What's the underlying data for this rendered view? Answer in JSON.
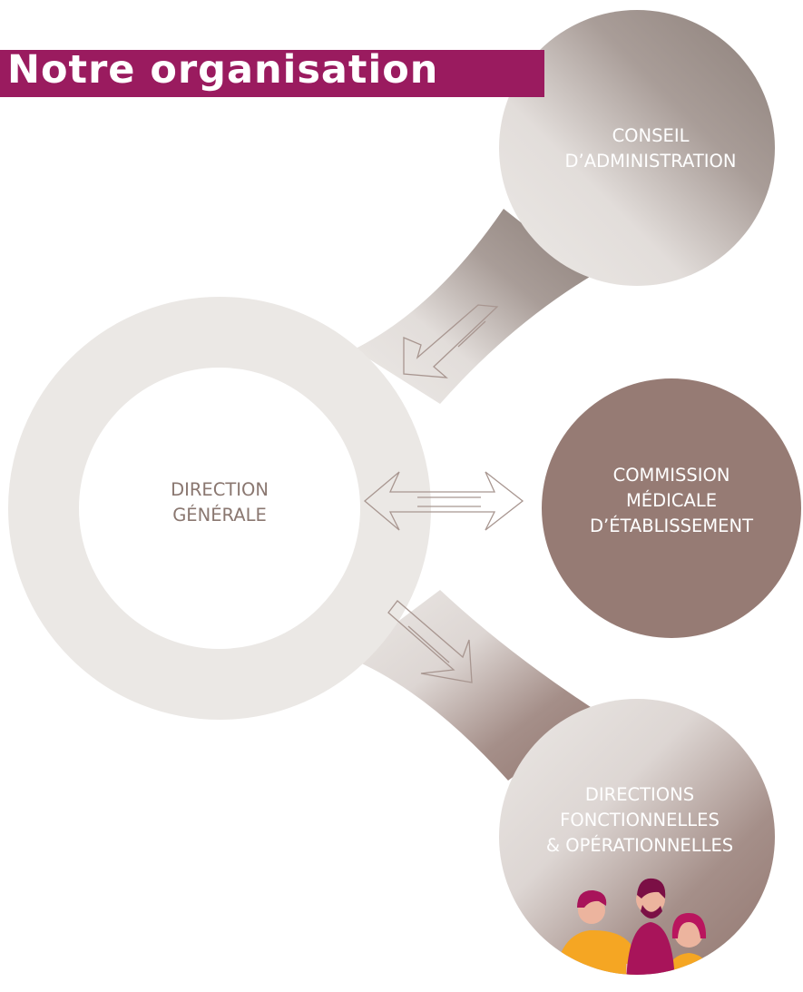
{
  "title": "Notre organisation",
  "nodes": {
    "direction_generale": [
      "DIRECTION",
      "GÉNÉRALE"
    ],
    "conseil": [
      "CONSEIL",
      "D’ADMINISTRATION"
    ],
    "commission": [
      "COMMISSION",
      "MÉDICALE",
      "D’ÉTABLISSEMENT"
    ],
    "directions": [
      "DIRECTIONS",
      "FONCTIONNELLES",
      "& OPÉRATIONNELLES"
    ]
  },
  "colors": {
    "title_band": "#9a1b5f",
    "ring": "#ebe8e5",
    "bubble_taupe": "#8f827c",
    "bubble_mauve": "#967b74",
    "label_dark": "#8a7770",
    "label_light": "#ffffff",
    "arrow_stroke": "#a89690"
  },
  "icons": [
    "double-arrow-down-left-icon",
    "double-arrow-left-right-icon",
    "double-arrow-down-right-icon",
    "people-illustration"
  ]
}
